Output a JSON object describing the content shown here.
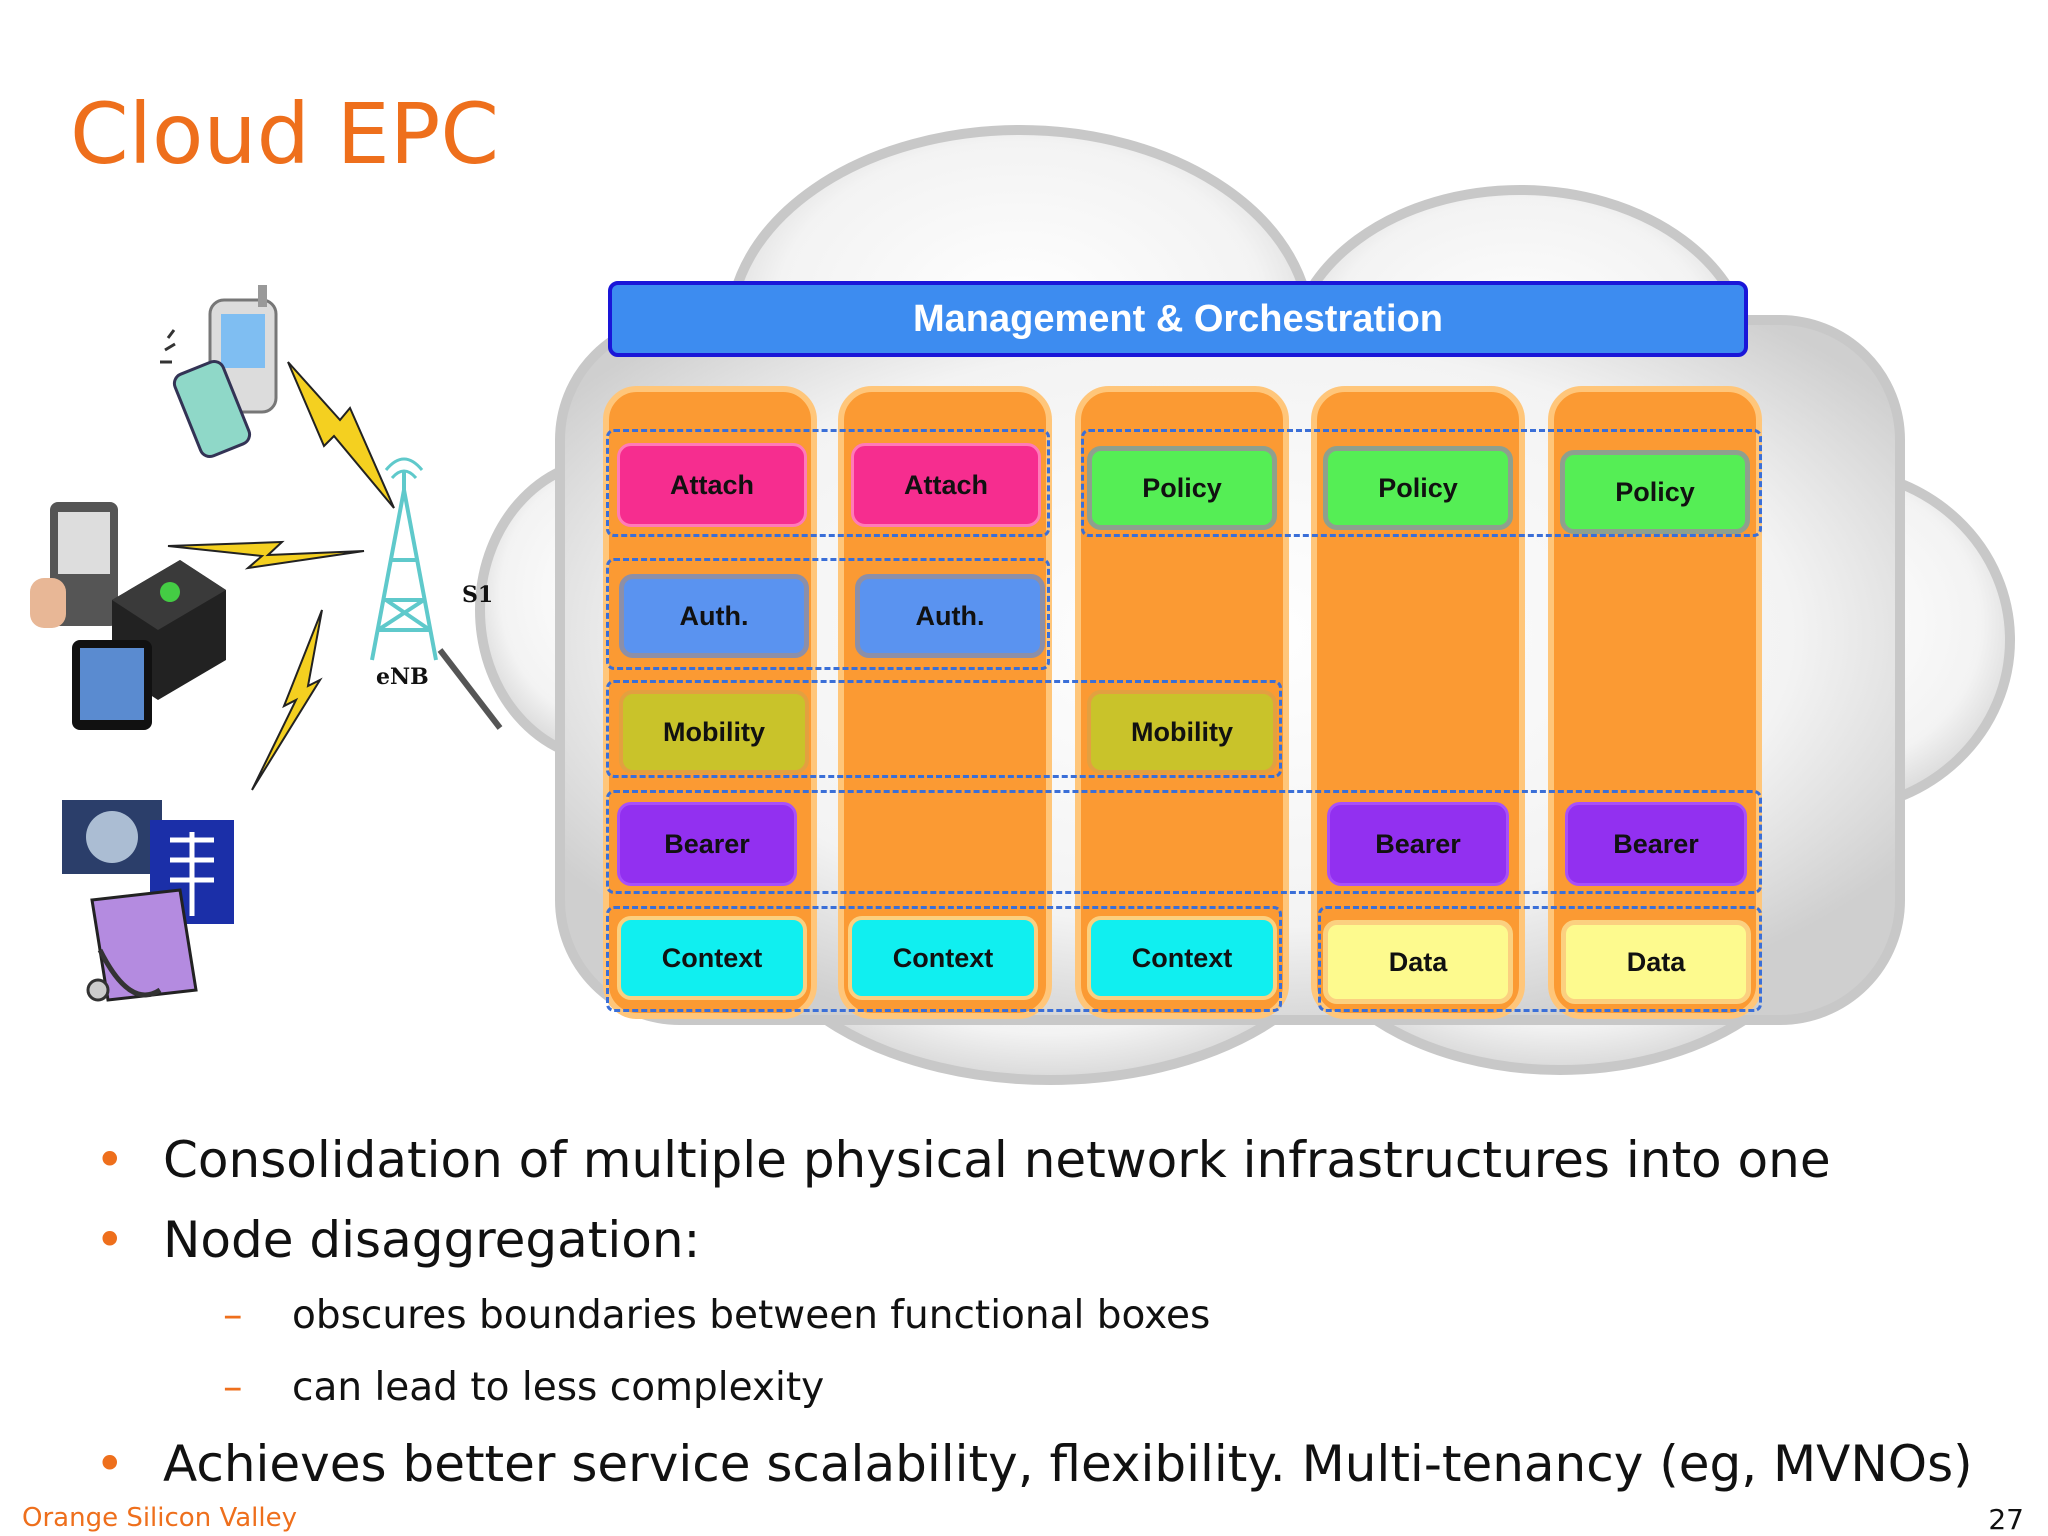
{
  "slide": {
    "title": "Cloud EPC",
    "footer": "Orange Silicon Valley",
    "page_number": "27"
  },
  "diagram": {
    "management_label": "Management & Orchestration",
    "enb_label": "eNB",
    "s1_label": "S1",
    "columns": [
      {
        "boxes": [
          {
            "label": "Attach",
            "color": "#f62d8f"
          },
          {
            "label": "Auth.",
            "color": "#5a93f0"
          },
          {
            "label": "Mobility",
            "color": "#c9c32a"
          },
          {
            "label": "Bearer",
            "color": "#9230f0"
          },
          {
            "label": "Context",
            "color": "#10eff0"
          }
        ]
      },
      {
        "boxes": [
          {
            "label": "Attach",
            "color": "#f62d8f"
          },
          {
            "label": "Auth.",
            "color": "#5a93f0"
          },
          {
            "label": "Context",
            "color": "#10eff0"
          }
        ]
      },
      {
        "boxes": [
          {
            "label": "Policy",
            "color": "#55ee55"
          },
          {
            "label": "Mobility",
            "color": "#c9c32a"
          },
          {
            "label": "Context",
            "color": "#10eff0"
          }
        ]
      },
      {
        "boxes": [
          {
            "label": "Policy",
            "color": "#55ee55"
          },
          {
            "label": "Bearer",
            "color": "#9230f0"
          },
          {
            "label": "Data",
            "color": "#fdfa8e"
          }
        ]
      },
      {
        "boxes": [
          {
            "label": "Policy",
            "color": "#55ee55"
          },
          {
            "label": "Bearer",
            "color": "#9230f0"
          },
          {
            "label": "Data",
            "color": "#fdfa8e"
          }
        ]
      }
    ]
  },
  "bullets": [
    {
      "level": 1,
      "text": "Consolidation of multiple physical network infrastructures into one"
    },
    {
      "level": 1,
      "text": "Node disaggregation:"
    },
    {
      "level": 2,
      "text": "obscures boundaries between functional boxes"
    },
    {
      "level": 2,
      "text": "can lead to less complexity"
    },
    {
      "level": 1,
      "text": "Achieves better service scalability, flexibility. Multi-tenancy (eg, MVNOs)"
    }
  ],
  "colors": {
    "accent": "#ee6f1c",
    "column_fill": "#fb9a33",
    "management_fill": "#3d8cf0",
    "dashed_group": "#3a6fd8"
  }
}
